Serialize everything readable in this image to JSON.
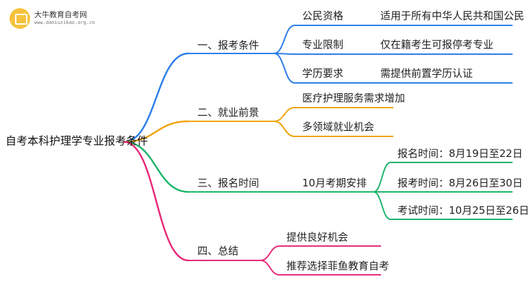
{
  "logo": {
    "title": "大牛教育自考网",
    "url": "www.daniuzikao.org.cn",
    "icon": "book-icon"
  },
  "root": {
    "label": "自考本科护理学专业报考条件"
  },
  "branches": [
    {
      "label": "一、报考条件",
      "color": "#2b7de9",
      "children": [
        {
          "label": "公民资格",
          "value": "适用于所有中华人民共和国公民"
        },
        {
          "label": "专业限制",
          "value": "仅在籍考生可报停考专业"
        },
        {
          "label": "学历要求",
          "value": "需提供前置学历认证"
        }
      ]
    },
    {
      "label": "二、就业前景",
      "color": "#f0a30a",
      "children": [
        {
          "label": "医疗护理服务需求增加"
        },
        {
          "label": "多领域就业机会"
        }
      ]
    },
    {
      "label": "三、报名时间",
      "color": "#1bb46b",
      "children": [
        {
          "label": "10月考期安排",
          "children": [
            {
              "label": "报名时间：8月19日至22日"
            },
            {
              "label": "报考时间：8月26日至30日"
            },
            {
              "label": "考试时间：10月25日至26日"
            }
          ]
        }
      ]
    },
    {
      "label": "四、总结",
      "color": "#e8287a",
      "children": [
        {
          "label": "提供良好机会"
        },
        {
          "label": "推荐选择菲鱼教育自考"
        }
      ]
    }
  ]
}
